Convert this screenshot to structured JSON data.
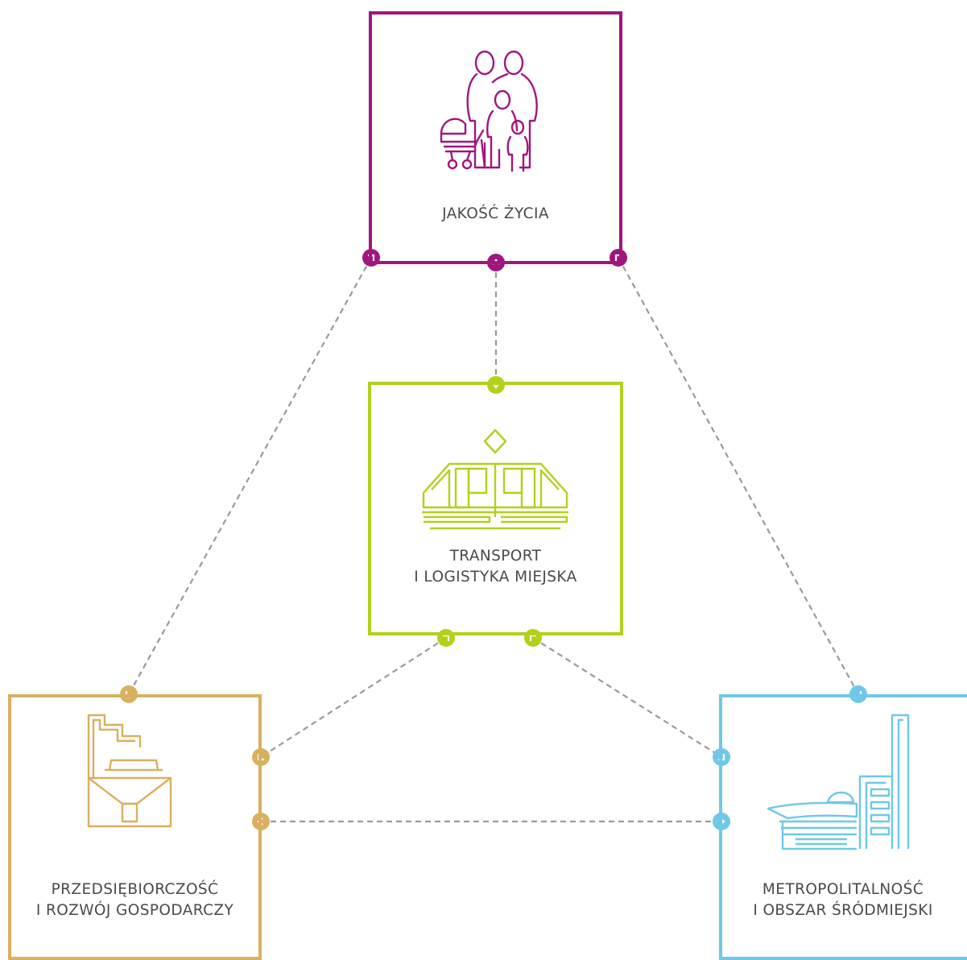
{
  "nodes": {
    "quality_of_life": {
      "line1": "JAKOŚĆ ŻYCIA",
      "color": "#a0167f",
      "icon": "family-icon"
    },
    "transport": {
      "line1": "TRANSPORT",
      "line2": "I LOGISTYKA MIEJSKA",
      "color": "#b5cf1c",
      "icon": "tram-icon"
    },
    "entrepreneurship": {
      "line1": "PRZEDSIĘBIORCZOŚĆ",
      "line2": "I ROZWÓJ GOSPODARCZY",
      "color": "#d8b060",
      "icon": "briefcase-icon"
    },
    "metropolitan": {
      "line1": "METROPOLITALNOŚĆ",
      "line2": "I OBSZAR ŚRÓDMIEJSKI",
      "color": "#6fc8e8",
      "icon": "city-buildings-icon"
    }
  },
  "connector_color": "#9a9a9a"
}
